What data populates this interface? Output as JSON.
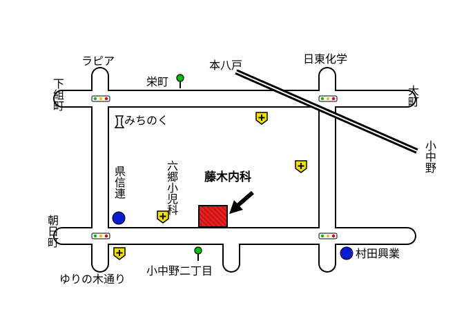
{
  "labels": {
    "rapia": "ラピア",
    "sakaemachi": "栄町",
    "hon_hachinohe": "本八戸",
    "nittou_kagaku": "日東化学",
    "shimo_kumimachi": "下組町",
    "oomachi": "大町",
    "michinoku": "みちのく",
    "konakano": "小中野",
    "ken_shinren": "県信連",
    "rokugou_shonika": "六郷小児科",
    "fujiki_naika": "藤木内科",
    "asahimachi": "朝日町",
    "murata_kougyou": "村田興業",
    "yurinoki_doori": "ゆりの木通り",
    "konakano_nichoume": "小中野二丁目"
  },
  "colors": {
    "road_outline": "#000000",
    "road_fill": "#ffffff",
    "clinic_fill": "#e02020",
    "bank_fill": "#0a1ccc",
    "cross_marker_fill": "#f2e000",
    "signal_red": "#e00000",
    "signal_green": "#00c000",
    "signal_yellow": "#f0c000"
  },
  "icons": {
    "traffic_signal": "traffic-signal-icon",
    "bus_stop": "bus-stop-icon",
    "hospital_cross": "hospital-cross-icon",
    "bank": "bank-circle-icon",
    "gas_station": "gas-station-icon",
    "clinic": "clinic-building-icon"
  }
}
